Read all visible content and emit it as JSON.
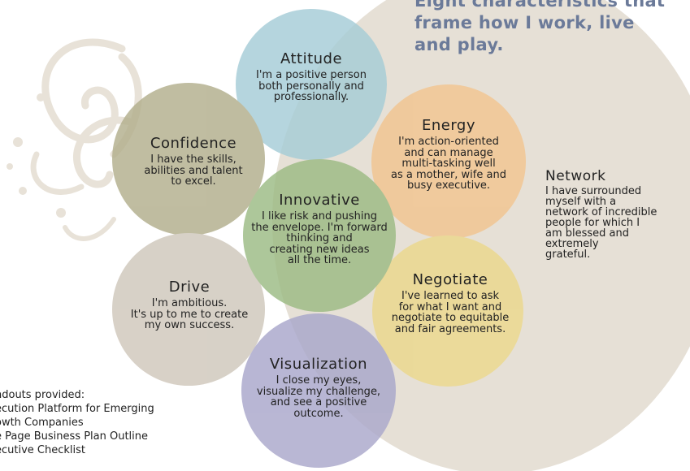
{
  "heading": {
    "line1": "Eight characteristics that",
    "line2": "frame how I work, live",
    "line3": "and play."
  },
  "circles": {
    "attitude": {
      "title": "Attitude",
      "lines": [
        "I'm a positive person",
        "both personally and",
        "professionally."
      ],
      "color": "#a6cdd7"
    },
    "energy": {
      "title": "Energy",
      "lines": [
        "I'm action-oriented",
        "and can manage",
        "multi-tasking well",
        "as a mother, wife and",
        "busy executive."
      ],
      "color": "#f2c590"
    },
    "confidence": {
      "title": "Confidence",
      "lines": [
        "I have the skills,",
        "abilities and talent",
        "to excel."
      ],
      "color": "#b2ae8c"
    },
    "innovative": {
      "title": "Innovative",
      "lines": [
        "I like risk and pushing",
        "the envelope. I'm forward",
        "thinking and",
        "creating new ideas",
        "all the time."
      ],
      "color": "#9cbb84"
    },
    "negotiate": {
      "title": "Negotiate",
      "lines": [
        "I've learned to ask",
        "for what I want and",
        "negotiate to equitable",
        "and fair agreements."
      ],
      "color": "#ecd88c"
    },
    "drive": {
      "title": "Drive",
      "lines": [
        "I'm ambitious.",
        "It's up to me to create",
        "my own success."
      ],
      "color": "#cfc7bb"
    },
    "visualization": {
      "title": "Visualization",
      "lines": [
        "I close my eyes,",
        "visualize my challenge,",
        "and see a positive",
        "outcome."
      ],
      "color": "#a9a7cb"
    }
  },
  "network": {
    "title": "Network",
    "lines": [
      "I have surrounded",
      "myself with a",
      "network of incredible",
      "people for which I",
      "am blessed and",
      "extremely",
      "grateful."
    ]
  },
  "handouts": {
    "lines": [
      "ndouts provided:",
      "ecution Platform for Emerging",
      "owth Companies",
      "e Page Business Plan Outline",
      "ecutive Checklist"
    ]
  },
  "colors": {
    "outer_ellipse": "#e6e0d6",
    "heading": "#6b7a99",
    "swirl": "#e8e2d8"
  }
}
